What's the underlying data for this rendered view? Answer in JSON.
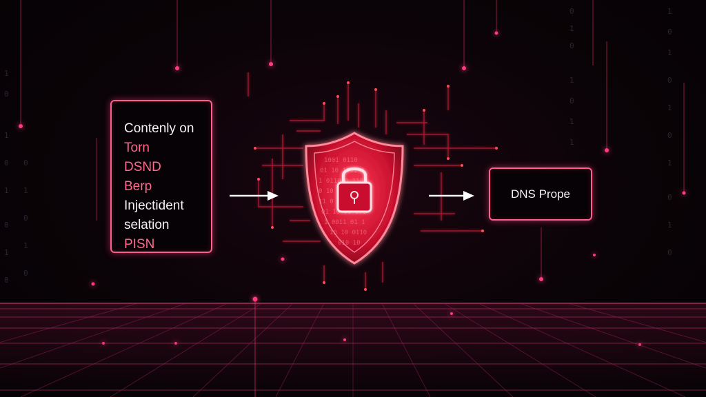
{
  "left_box": {
    "lines": [
      {
        "text": "Contenly on",
        "color": "#f2f2f2"
      },
      {
        "text": "Torn",
        "color": "#ff6a8c"
      },
      {
        "text": "DSND",
        "color": "#ff6a8c"
      },
      {
        "text": "Berp",
        "color": "#ff6a8c"
      },
      {
        "text": "Injectident",
        "color": "#f2f2f2"
      },
      {
        "text": "selation",
        "color": "#f2f2f2"
      },
      {
        "text": "PISN",
        "color": "#ff6a8c"
      }
    ]
  },
  "right_box": {
    "label": "DNS Prope"
  },
  "colors": {
    "accent": "#ff2a55",
    "accent_glow": "#ff5f8f",
    "arrow": "#ffffff",
    "background": "#0a0307",
    "grid": "#a02060"
  },
  "icons": {
    "center": "shield-lock-icon"
  }
}
